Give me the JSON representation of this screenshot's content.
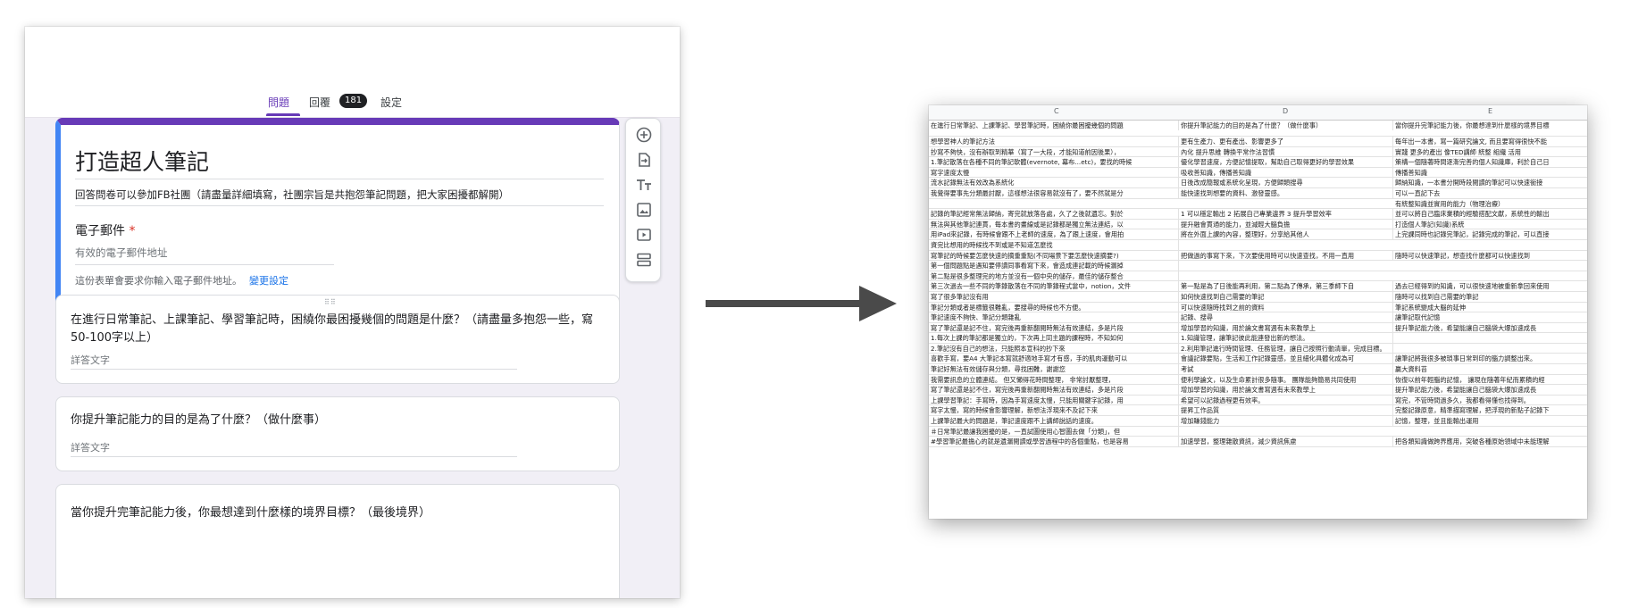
{
  "form": {
    "tabs": [
      {
        "label": "問題",
        "active": true
      },
      {
        "label": "回覆",
        "count": "181"
      },
      {
        "label": "設定"
      }
    ],
    "title": "打造超人筆記",
    "description": "回答問卷可以參加FB社團（請盡量詳細填寫，社團宗旨是共抱怨筆記問題，把大家困擾都解開）",
    "email": {
      "label": "電子郵件",
      "required_mark": "*",
      "placeholder": "有效的電子郵件地址",
      "note": "這份表單會要求你輸入電子郵件地址。",
      "change_link": "變更設定"
    },
    "questions": [
      {
        "title": "在進行日常筆記、上課筆記、學習筆記時，困繞你最困擾幾個的問題是什麼？（請盡量多抱怨一些，寫50-100字以上）",
        "answer_placeholder": "詳答文字"
      },
      {
        "title": "你提升筆記能力的目的是為了什麼？（做什麼事）",
        "answer_placeholder": "詳答文字"
      },
      {
        "title": "當你提升完筆記能力後，你最想達到什麼樣的境界目標？（最後境界）"
      }
    ],
    "toolbar_icons": [
      "add-question-icon",
      "import-questions-icon",
      "add-title-icon",
      "add-image-icon",
      "add-video-icon",
      "add-section-icon"
    ],
    "accent_color": "#673ab7"
  },
  "sheet": {
    "columns": [
      "C",
      "D",
      "E"
    ],
    "rows": [
      [
        "在進行日常筆記、上課筆記、學習筆記時，困繞你最困擾幾個的問題",
        "你提升筆記能力的目的是為了什麼？（做什麼事）",
        "當你提升完筆記能力後，你最想達到什麼樣的境界目標"
      ],
      [
        "想學習神人的筆記方法",
        "更有生產力、更有產出、影響更多了",
        "每年出一本書，寫一篇研究論文, 而且要寫得很快不能"
      ],
      [
        "抄寫不夠快，沒有辦取到精華（寫了一大段，才能知道前因後果），",
        "內化 提升思維 轉換平常作法習慣",
        "實踐 更多的產出 像TED講師 統整 組織 活用"
      ],
      [
        "1.筆記散落在各種不同的筆記軟體(evernote, 幕布...etc)，要找的時候",
        "優化學習速度，方便記憶提取，幫助自己取得更好的學習效果",
        "策構一個隨著時間逐漸完善的個人知識庫，利於自己日"
      ],
      [
        "寫字速度太慢",
        "吸收善知識，傳播善知識",
        "傳播善知識"
      ],
      [
        "流水記錄無法有效改為系統化",
        "日後改成簡報或系統化呈現，方便歸類搜尋",
        "歸納知識，一本書分開時段閱讀的筆記可以快速銜接"
      ],
      [
        "我覺得要事先分類最討厭，這樣想法很容易就沒有了，要不然就是分",
        "能快速找到想要的資料、激發靈感。",
        "可以一直記下去"
      ],
      [
        "",
        "",
        "有統整知識並實用的能力（物理治療）"
      ],
      [
        "記錄的筆記經常無法歸納，寄完就放落各處，久了之後就遺忘。對於",
        "1 可以穩定輸出 2 拓展自己專業邊界 3 提升學習效率",
        "並可以將自己臨床業積的經驗搭配文獻，系統性的輸出"
      ],
      [
        "無法與其他筆記連貫，每本書的畫線或是記錄都是獨立無法連結，以",
        "提升融會貫通的能力，並減輕大腦負擔",
        "打造個人筆記(知識)系統"
      ],
      [
        "用iPad來記錄，有時候會跟不上老師的速度，為了跟上速度，會用拍",
        "將在外面上課的內容，整理好，分享給其他人",
        "上完課同時也記錄完筆記，記錄完成的筆記，可以直接"
      ],
      [
        "資完比想用的時候找不到或是不知道怎麼找",
        "",
        ""
      ],
      [
        "寫筆記的時候要怎麼快速的摘重重點(不同場景下要怎麼快速摘要?)",
        "把做過的事寫下來，下次要使用時可以快速查找，不用一直用",
        "隨時可以快速筆記，想查找什麼都可以快速找到"
      ],
      [
        "第一個問題點是遇知要停讀同事看寫下來，會造成連記載的時候漏掉",
        "",
        ""
      ],
      [
        "第二點是很多整理完的地方並沒有一個中央的儲存，最佳的儲存整合",
        "",
        ""
      ],
      [
        "第三次過去一些不同的筆錄散落在不同的筆錄程式當中，notion，文件",
        "第一點是為了日後能再利用，第二點為了傳承，第三季師下自",
        "過去已經得到的知識，可以很快速地被重新拿回來使用"
      ],
      [
        "寫了很多筆記沒有用",
        "如何快速找到自己需要的筆記",
        "隨時可以找到自己需要的筆記"
      ],
      [
        "筆記分類或者是標籤很難亂，要搜尋的時候也不方便。",
        "可以快速隨時找到之前的資料",
        "筆記系統變成大腦的延伸"
      ],
      [
        "筆記速度不夠快、筆記分類雜亂",
        "記錄、搜尋",
        "讓筆記取代記憶"
      ],
      [
        "寫了筆記還是記不住，寫完後再重新翻閱時無法有效連結，多是片段",
        "增加學習的知識，用於論文書寫週有未來教學上",
        "提升筆記能力後，希望能讓自己腦袋大爆加速成長"
      ],
      [
        "1.每次上課的筆記都是獨立的，下次再上同主題的課程時，不知如何",
        "1.知識管理，讓筆記彼此能連發出新的想法。",
        ""
      ],
      [
        "2.筆記沒有自己的想法，只能照本宣科的抄下來",
        "2.利用筆記進行時間管理、任務管理，讓自己按照行動清單，完成目標。",
        ""
      ],
      [
        "喜歡手寫，要A4 大筆記本寫就舒適地手寫才有感，手的肌肉運動可以",
        "會議記錄要點，生活和工作記錄靈感，並且細化具體化成為可",
        "讓筆記將我很多被瑣事日常到印的腦力調整出來。"
      ],
      [
        "筆記好無法有效儲存與分類，尋找困難，謝謝您",
        "考試",
        "贏大資料苔"
      ],
      [
        "我需要訊息的立體連結。 但又懶得花時間整理， 非常討厭整理，",
        "便利學論文，以及生命累計很多隨事。 團隊能夠簡易共同使用",
        "恢復以前年輕腦的記憶， 讓現在隨著年紀而累積的經"
      ],
      [
        "寫了筆記還是記不住，寫完後再重新翻閱時無法有效連結，多是片段",
        "增加學習的知識，用於論文書寫週有未來教學上",
        "提升筆記能力後，希望能讓自己腦袋大爆加速成長"
      ],
      [
        "上課學習筆記：手寫時，因為手寫速度太慢，只能用關鍵字記錄，用",
        "希望可以記錄過程更有效率。",
        "寫完，不管時間過多久，我都看得懂也找得到。"
      ],
      [
        "寫字太慢，寫的時候會影響理解，新想法浮現來不及記下來",
        "提昇工作品質",
        "完整記錄原意，精準描寫理解，把浮現的新點子記錄下"
      ],
      [
        "上課筆記最大的問題是，筆記速度跟不上講師說話的速度。",
        "增加賺錢能力",
        "記憶，整理，並且能輸出運用"
      ],
      [
        "＃日常筆記最讓我困擾的是，一直試圖使用心智圖去做「分類」，但",
        "",
        ""
      ],
      [
        "#學習筆記最擔心的就是遺漏閱讀或學習過程中的各個重點，也是容易",
        "加速學習，整理雜散資訊，減少資訊焦慮",
        "把各類知識做跨界應用，突破各種原始領域中未能理解"
      ]
    ]
  }
}
